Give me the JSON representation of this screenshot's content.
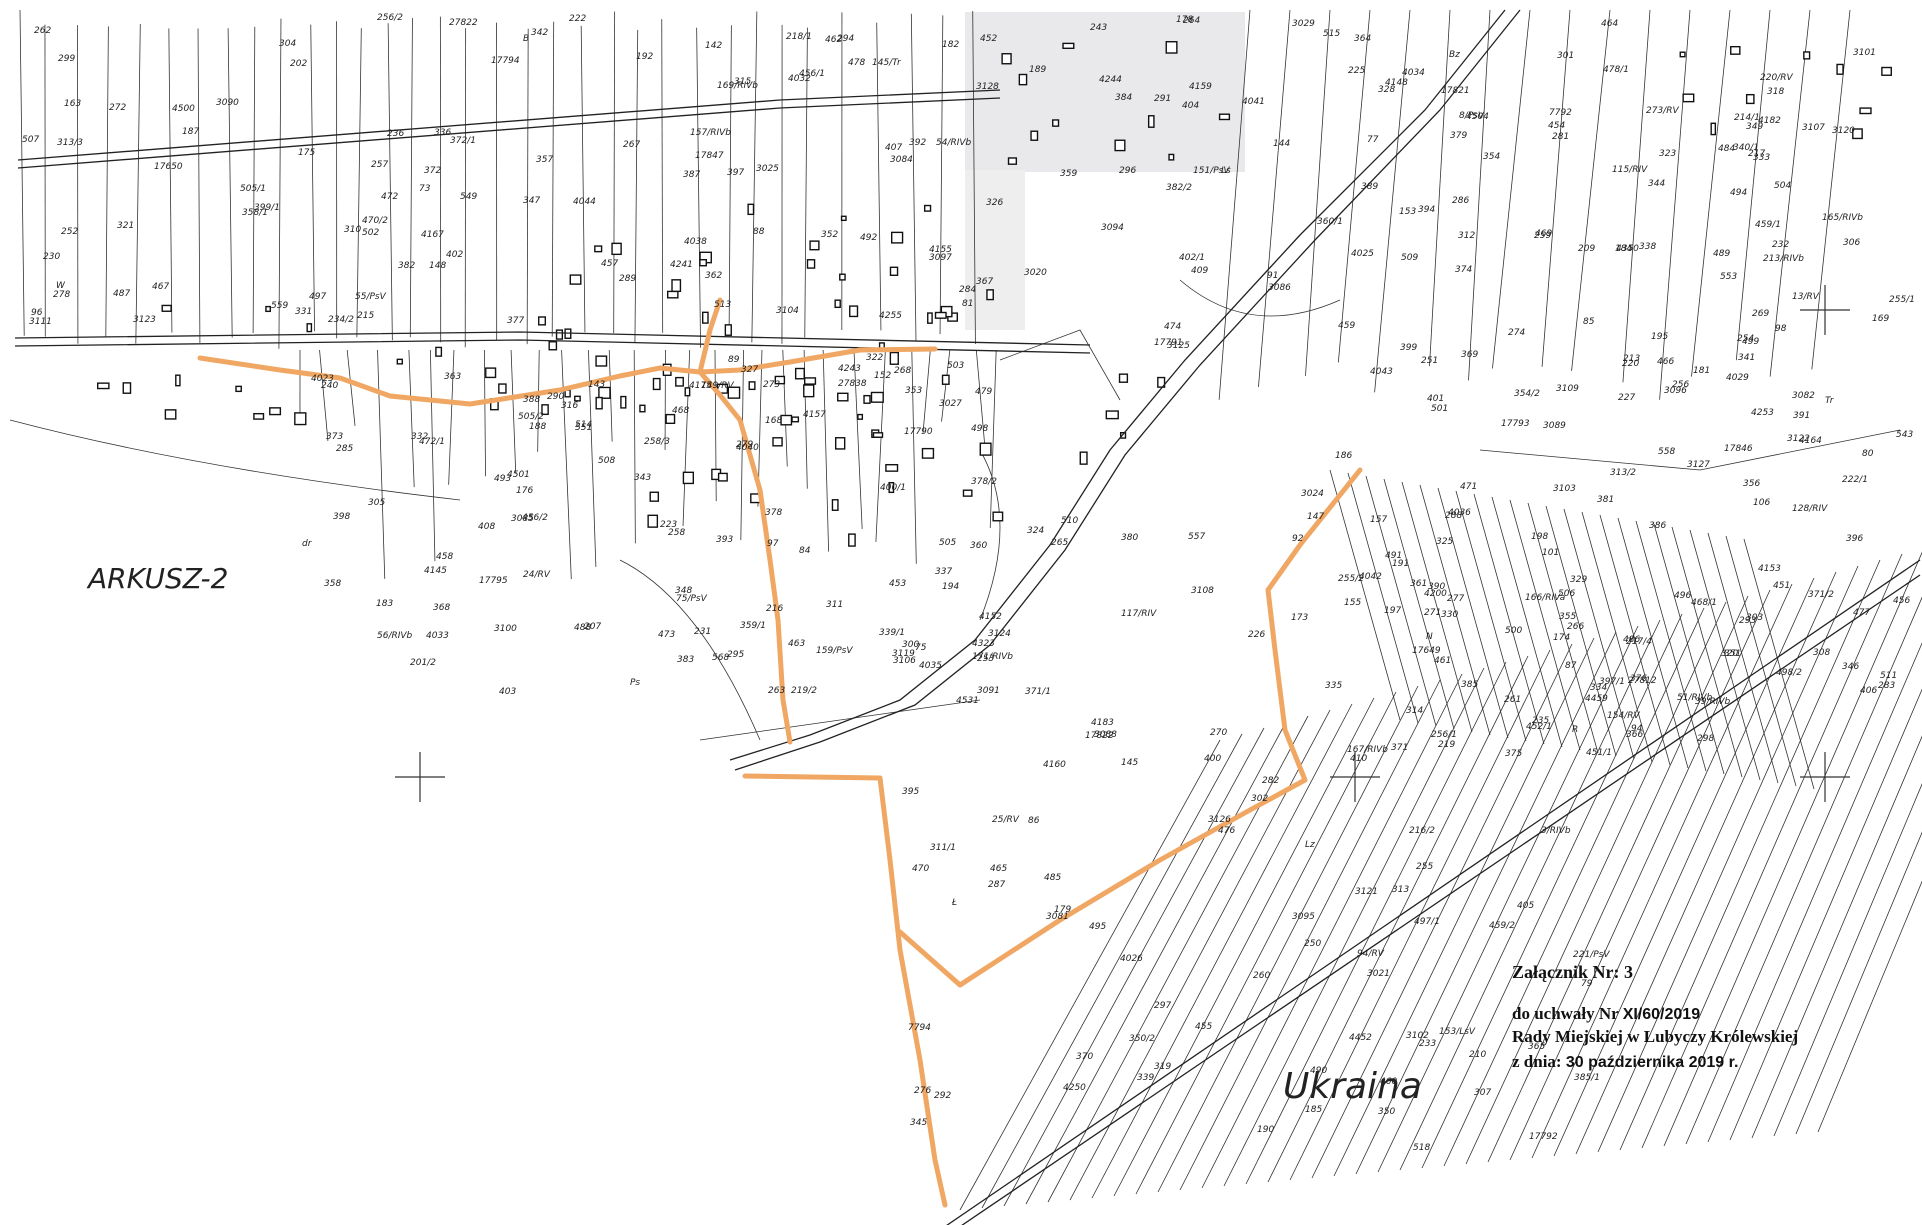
{
  "map": {
    "sheet_label": "ARKUSZ-2",
    "country_label": "Ukraina",
    "parcel_labels": [
      "73",
      "75",
      "77",
      "79",
      "80",
      "81",
      "84",
      "85",
      "86",
      "87",
      "88",
      "89",
      "91",
      "92",
      "94",
      "96",
      "97",
      "98",
      "101",
      "106",
      "142",
      "143",
      "144",
      "145",
      "147",
      "148",
      "152",
      "153",
      "155",
      "157",
      "163",
      "168",
      "169",
      "173",
      "174",
      "175",
      "176",
      "178",
      "179",
      "181",
      "182",
      "183",
      "184",
      "185",
      "186",
      "187",
      "188",
      "189",
      "190",
      "191",
      "192",
      "194",
      "195",
      "197",
      "198",
      "202",
      "207",
      "209",
      "210",
      "213",
      "215",
      "216",
      "217",
      "219",
      "220",
      "222",
      "223",
      "225",
      "226",
      "227",
      "230",
      "231",
      "232",
      "233",
      "235",
      "236",
      "240",
      "243",
      "250",
      "251",
      "252",
      "253",
      "254",
      "255",
      "256",
      "257",
      "258",
      "259",
      "260",
      "261",
      "262",
      "263",
      "264",
      "265",
      "266",
      "267",
      "268",
      "269",
      "270",
      "271",
      "272",
      "273",
      "274",
      "276",
      "277",
      "278",
      "279",
      "281",
      "282",
      "283",
      "284",
      "285",
      "286",
      "287",
      "288",
      "289",
      "290",
      "291",
      "292",
      "293",
      "294",
      "295",
      "296",
      "297",
      "298",
      "299",
      "300",
      "301",
      "302",
      "303",
      "304",
      "305",
      "306",
      "307",
      "308",
      "310",
      "311",
      "312",
      "313",
      "314",
      "315",
      "316",
      "318",
      "319",
      "320",
      "321",
      "322",
      "323",
      "324",
      "325",
      "326",
      "327",
      "328",
      "329",
      "330",
      "331",
      "332",
      "333",
      "334",
      "335",
      "336",
      "337",
      "338",
      "339",
      "341",
      "342",
      "343",
      "344",
      "345",
      "346",
      "347",
      "348",
      "349",
      "350",
      "351",
      "352",
      "353",
      "354",
      "355",
      "356",
      "357",
      "358",
      "359",
      "360",
      "361",
      "362",
      "363",
      "364",
      "365",
      "366",
      "367",
      "368",
      "369",
      "370",
      "371",
      "372",
      "373",
      "374",
      "375",
      "376",
      "377",
      "378",
      "379",
      "380",
      "381",
      "382",
      "383",
      "384",
      "385",
      "386",
      "387",
      "388",
      "389",
      "390",
      "391",
      "392",
      "393",
      "394",
      "395",
      "396",
      "397",
      "398",
      "399",
      "400",
      "401",
      "402",
      "403",
      "404",
      "405",
      "406",
      "407",
      "408",
      "409",
      "410",
      "451",
      "452",
      "453",
      "454",
      "455",
      "456",
      "457",
      "458",
      "459",
      "460",
      "461",
      "462",
      "463",
      "464",
      "465",
      "466",
      "467",
      "468",
      "469",
      "470",
      "471",
      "472",
      "473",
      "474",
      "476",
      "477",
      "478",
      "479",
      "484",
      "485",
      "486",
      "487",
      "488",
      "489",
      "490",
      "491",
      "492",
      "493",
      "494",
      "495",
      "496",
      "497",
      "498",
      "499",
      "500",
      "501",
      "502",
      "503",
      "504",
      "505",
      "506",
      "507",
      "508",
      "509",
      "510",
      "511",
      "513",
      "514",
      "515",
      "518",
      "543",
      "549",
      "551",
      "553",
      "557",
      "558",
      "559",
      "568",
      "3020",
      "3021",
      "3024",
      "3025",
      "3027",
      "3029",
      "3081",
      "3082",
      "3084",
      "3085",
      "3086",
      "3088",
      "3089",
      "3090",
      "3091",
      "3094",
      "3095",
      "3096",
      "3097",
      "3100",
      "3101",
      "3102",
      "3103",
      "3104",
      "3106",
      "3107",
      "3108",
      "3109",
      "3111",
      "3119",
      "3120",
      "3121",
      "3122",
      "3123",
      "3124",
      "3125",
      "3126",
      "3127",
      "3128",
      "4023",
      "4025",
      "4026",
      "4029",
      "4032",
      "4033",
      "4034",
      "4035",
      "4036",
      "4038",
      "4040",
      "4041",
      "4042",
      "4043",
      "4044",
      "4145",
      "4148",
      "4152",
      "4153",
      "4155",
      "4157",
      "4159",
      "4160",
      "4164",
      "4167",
      "4175",
      "4182",
      "4183",
      "4200",
      "4241",
      "4243",
      "4244",
      "4250",
      "4253",
      "4255",
      "4323",
      "4350",
      "4452",
      "4459",
      "4500",
      "4501",
      "4504",
      "4531",
      "17649",
      "17650",
      "17790",
      "17791",
      "17792",
      "17793",
      "17794",
      "17795",
      "17821",
      "17822",
      "27812",
      "27822",
      "27838",
      "7792",
      "7794",
      "17846",
      "17847",
      "201/2",
      "214/1",
      "216/2",
      "217/4",
      "218/1",
      "219/2",
      "220/RV",
      "221/PsV",
      "222/1",
      "234/2",
      "24/RV",
      "255/1",
      "255/2",
      "256/1",
      "256/2",
      "258/3",
      "273/RV",
      "311/1",
      "313/2",
      "313/3",
      "339/1",
      "340/1",
      "350/2",
      "354/2",
      "358/1",
      "359/1",
      "360/1",
      "371/1",
      "371/2",
      "372/1",
      "378/2",
      "382/2",
      "385/1",
      "397/1",
      "399/1",
      "400/1",
      "402/1",
      "451/1",
      "452/1",
      "456/1",
      "456/2",
      "459/1",
      "459/2",
      "468/1",
      "470/2",
      "472/1",
      "478/1",
      "497/1",
      "498/2",
      "505/1",
      "505/2",
      "213/RIVb",
      "3/RIVb",
      "51/RIVb",
      "54/RIVb",
      "56/RIVb",
      "115/RIV",
      "117/RIV",
      "128/RIV",
      "145/Tr",
      "149/RV",
      "151/PsV",
      "153/LsV",
      "154/RV",
      "157/RIVb",
      "159/PsV",
      "165/RIVb",
      "166/RIVa",
      "167/RIVb",
      "169/RIVb",
      "171/RIVb",
      "13/RV",
      "25/RV",
      "39/RIVb",
      "55/PsV",
      "75/PsV",
      "8/PsV",
      "94/RV",
      "R",
      "B",
      "Ps",
      "Ls",
      "Ł",
      "Tr",
      "W",
      "dr",
      "Bz",
      "Lz",
      "N"
    ]
  },
  "annex": {
    "title": "Załącznik Nr: 3",
    "resolution_prefix": "do uchwały Nr",
    "resolution_number": "XI/60/2019",
    "council": "Rady Miejskiej w Lubyczy Królewskiej",
    "date_prefix": "z dnia:",
    "date_value": "30 października 2019 r."
  }
}
